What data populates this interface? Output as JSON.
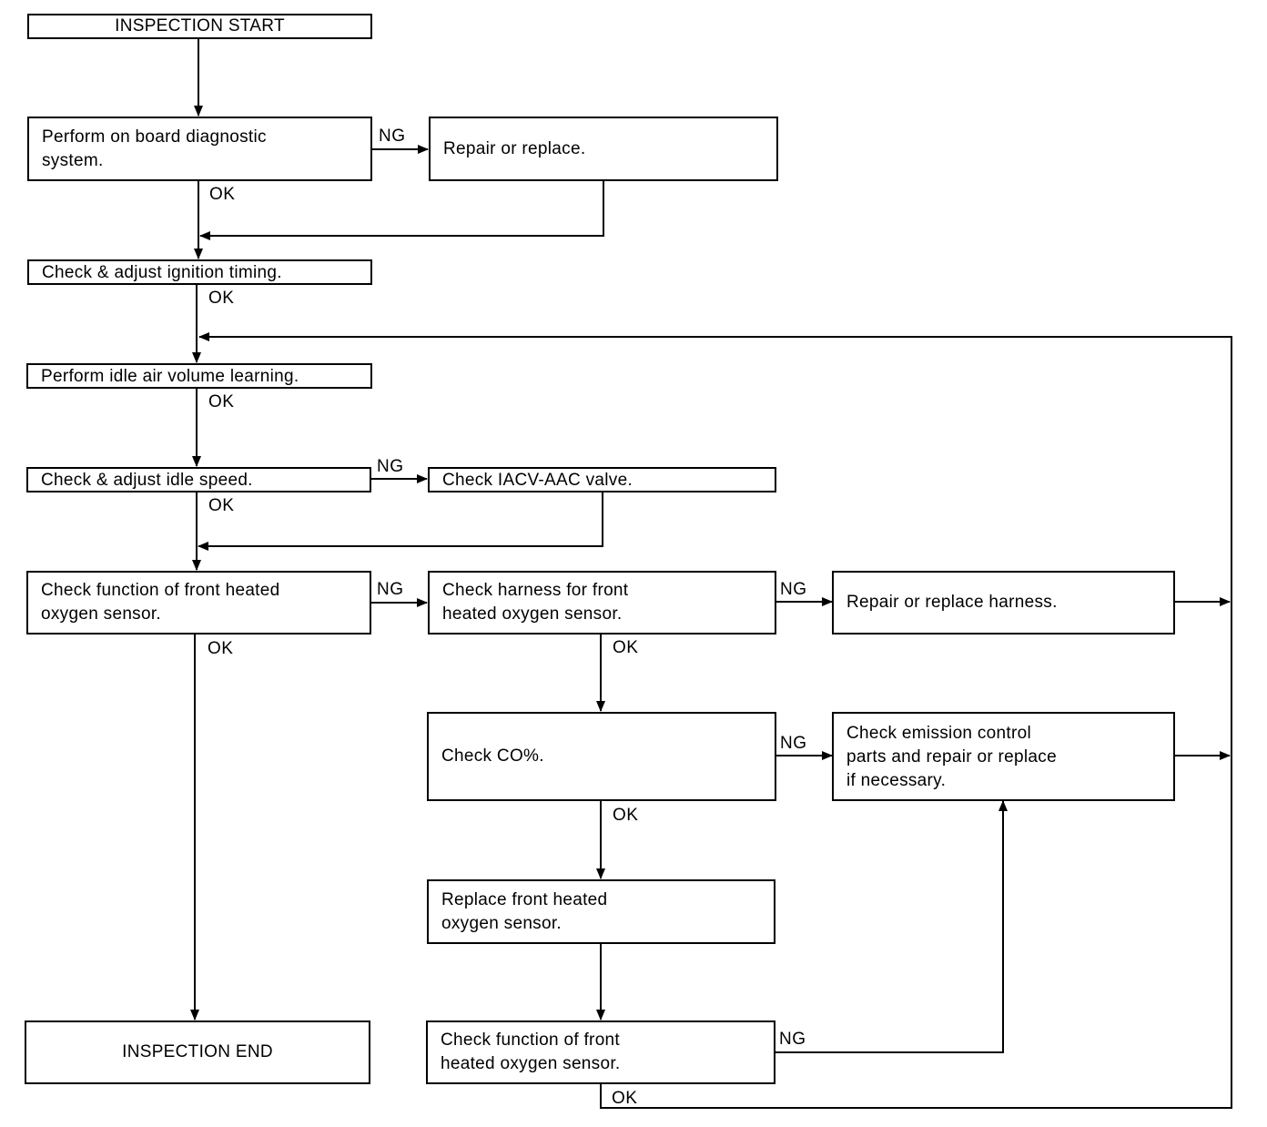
{
  "boxes": {
    "start": "INSPECTION START",
    "diagnostic": "Perform on board diagnostic\nsystem.",
    "repair1": "Repair or replace.",
    "ignition": "Check & adjust ignition timing.",
    "idle_learning": "Perform idle air volume learning.",
    "idle_speed": "Check & adjust idle speed.",
    "iacv": "Check IACV-AAC valve.",
    "func1": "Check function of front heated\noxygen sensor.",
    "harness": "Check harness for front\nheated oxygen sensor.",
    "repair_harness": "Repair or replace harness.",
    "co": "Check CO%.",
    "emission": "Check emission control\nparts and repair or replace\nif necessary.",
    "replace_sensor": "Replace front heated\noxygen sensor.",
    "end": "INSPECTION END",
    "func2": "Check function of front\nheated oxygen sensor."
  },
  "labels": {
    "ng": "NG",
    "ok": "OK"
  }
}
